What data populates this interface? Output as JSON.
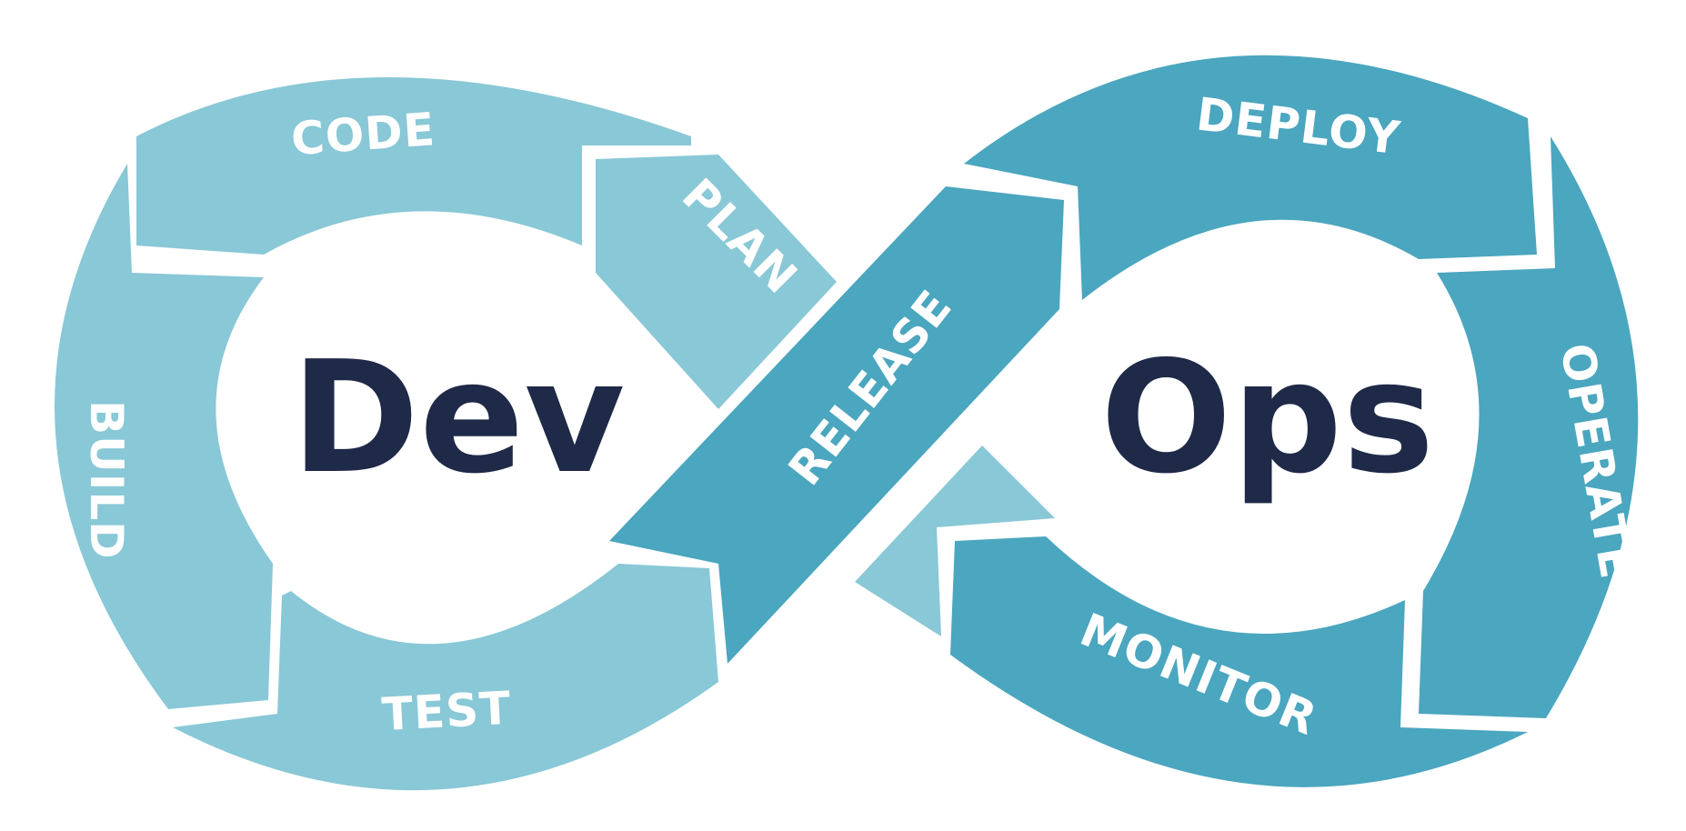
{
  "diagram": {
    "center_left": "Dev",
    "center_right": "Ops",
    "stages": {
      "plan": "PLAN",
      "code": "CODE",
      "build": "BUILD",
      "test": "TEST",
      "release": "RELEASE",
      "deploy": "DEPLOY",
      "operate": "OPERATE",
      "monitor": "MONITOR"
    }
  },
  "colors": {
    "dev_loop": "#89c8d6",
    "ops_loop": "#4ba6bf",
    "center_text": "#1f2a48",
    "stage_text": "#ffffff"
  }
}
